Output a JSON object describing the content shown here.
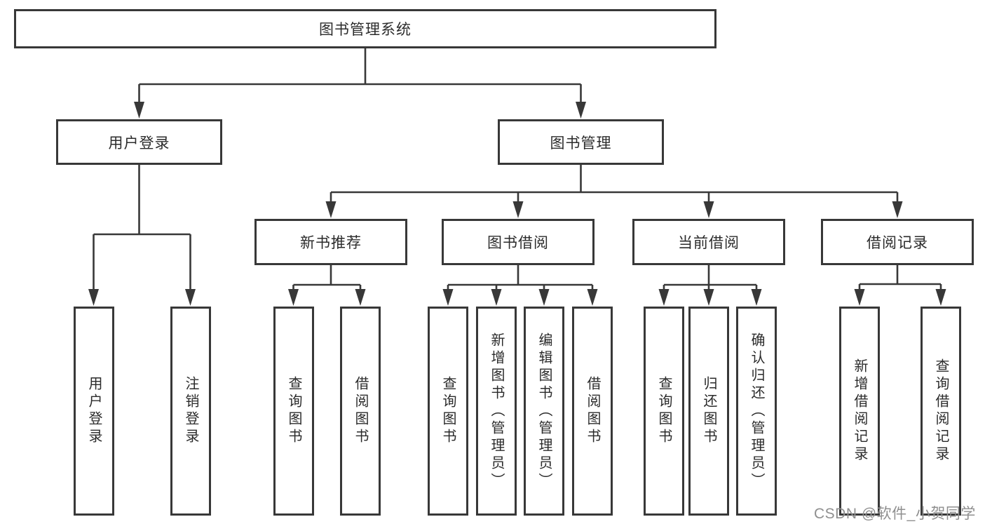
{
  "colors": {
    "background": "#ffffff",
    "box_fill": "#ffffff",
    "box_border": "#383838",
    "connector_line": "#383838",
    "text": "#2b2b2b",
    "watermark_text": "#8f8f8f"
  },
  "tree": {
    "root": {
      "label": "图书管理系统",
      "children": [
        {
          "label": "用户登录",
          "children": [
            {
              "label": "用户登录"
            },
            {
              "label": "注销登录"
            }
          ]
        },
        {
          "label": "图书管理",
          "children": [
            {
              "label": "新书推荐",
              "children": [
                {
                  "label": "查询图书"
                },
                {
                  "label": "借阅图书"
                }
              ]
            },
            {
              "label": "图书借阅",
              "children": [
                {
                  "label": "查询图书"
                },
                {
                  "label": "新增图书（管理员）"
                },
                {
                  "label": "编辑图书（管理员）"
                },
                {
                  "label": "借阅图书"
                }
              ]
            },
            {
              "label": "当前借阅",
              "children": [
                {
                  "label": "查询图书"
                },
                {
                  "label": "归还图书"
                },
                {
                  "label": "确认归还（管理员）"
                }
              ]
            },
            {
              "label": "借阅记录",
              "children": [
                {
                  "label": "新增借阅记录"
                },
                {
                  "label": "查询借阅记录"
                }
              ]
            }
          ]
        }
      ]
    }
  },
  "watermark": {
    "text": "CSDN @软件_小贺同学"
  }
}
